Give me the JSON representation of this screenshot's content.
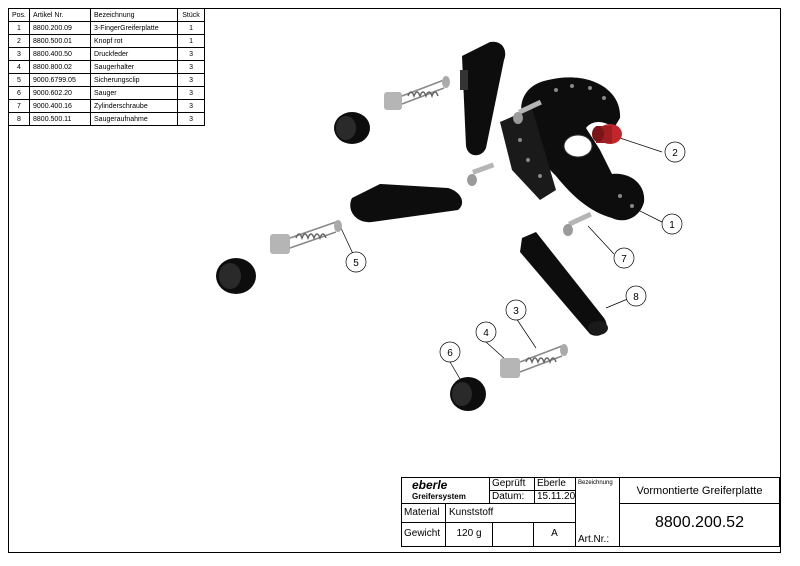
{
  "bom": {
    "headers": {
      "pos": "Pos.",
      "article": "Artikel Nr.",
      "name": "Bezeichnung",
      "qty": "Stück"
    },
    "rows": [
      {
        "pos": "1",
        "article": "8800.200.09",
        "name": "3-FingerGreiferplatte",
        "qty": "1"
      },
      {
        "pos": "2",
        "article": "8800.500.01",
        "name": "Knopf rot",
        "qty": "1"
      },
      {
        "pos": "3",
        "article": "8800.400.50",
        "name": "Druckfeder",
        "qty": "3"
      },
      {
        "pos": "4",
        "article": "8800.800.02",
        "name": "Saugerhalter",
        "qty": "3"
      },
      {
        "pos": "5",
        "article": "9000.6799.05",
        "name": "Sicherungsclip",
        "qty": "3"
      },
      {
        "pos": "6",
        "article": "9000.602.20",
        "name": "Sauger",
        "qty": "3"
      },
      {
        "pos": "7",
        "article": "9000.400.16",
        "name": "Zylinderschraube",
        "qty": "3"
      },
      {
        "pos": "8",
        "article": "8800.500.11",
        "name": "Saugeraufnahme",
        "qty": "3"
      }
    ]
  },
  "balloons": [
    "1",
    "2",
    "3",
    "4",
    "5",
    "6",
    "7",
    "8"
  ],
  "title_block": {
    "logo": "eberle",
    "company": "Greifersystem",
    "checked_label": "Geprüft",
    "checked_value": "Eberle",
    "date_label": "Datum:",
    "date_value": "15.11.20",
    "designation_label": "Bezeichnung",
    "title": "Vormontierte Greiferplatte",
    "material_label": "Material",
    "material_value": "Kunststoff",
    "weight_label": "Gewicht",
    "weight_value": "120 g",
    "revision": "A",
    "art_label": "Art.Nr.:",
    "art_value": "8800.200.52"
  },
  "colors": {
    "part": "#0d0d0d",
    "accent": "#c0262c",
    "metal": "#b5b5b5"
  }
}
